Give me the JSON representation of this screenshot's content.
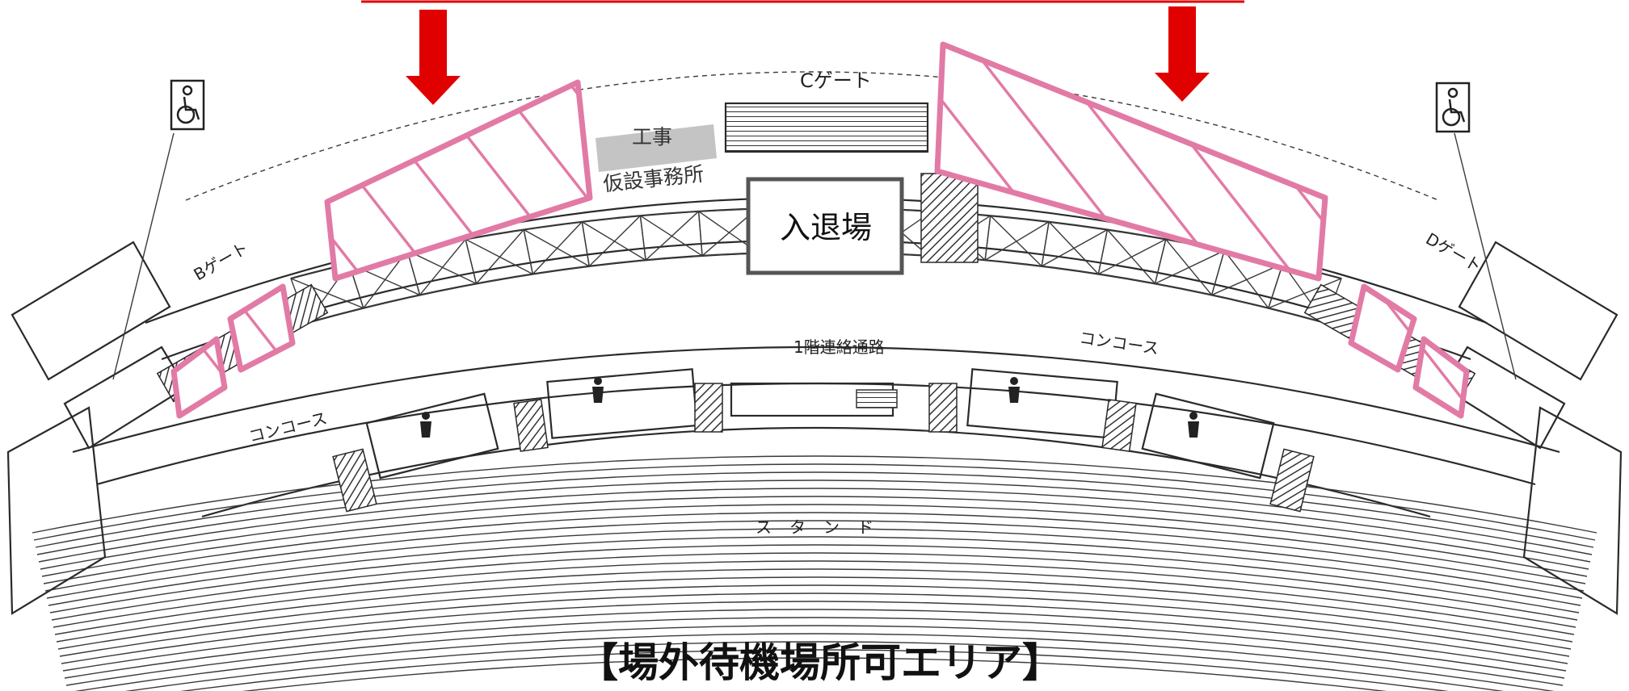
{
  "caption": "【場外待機場所可エリア】",
  "labels": {
    "gate_c": "Cゲート",
    "gate_b": "Bゲート",
    "gate_d": "Dゲート",
    "office_line1": "工事",
    "office_line2": "仮設事務所",
    "entrance": "入退場",
    "concourse_left": "コンコース",
    "concourse_right": "コンコース",
    "bridge_1f": "1階連絡通路",
    "stand": "スタンド"
  },
  "colors": {
    "arrow": "#e00000",
    "hatch_area": "#e27aa6",
    "office_block": "#c4c4c4",
    "banner_line": "#e00000"
  },
  "icons": [
    "wheelchair-icon",
    "down-arrow-icon",
    "restroom-icon"
  ]
}
